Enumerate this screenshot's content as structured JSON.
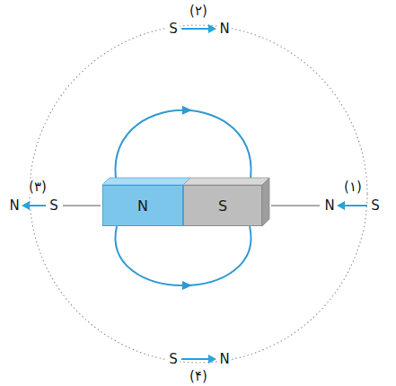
{
  "diagram": {
    "nodes": [
      {
        "text": [
          "N"
        ]
      },
      {
        "text": [
          "S"
        ]
      }
    ],
    "edges": [
      {
        "from": 0,
        "to": 1,
        "arrow": "to"
      },
      {
        "from": 0,
        "to": 1,
        "arrow": "to"
      }
    ],
    "labels": [
      "(۱)",
      "N",
      "S",
      "(۲)",
      "S",
      "N",
      "(۳)",
      "N",
      "S",
      "(۴)",
      "S",
      "N"
    ]
  }
}
